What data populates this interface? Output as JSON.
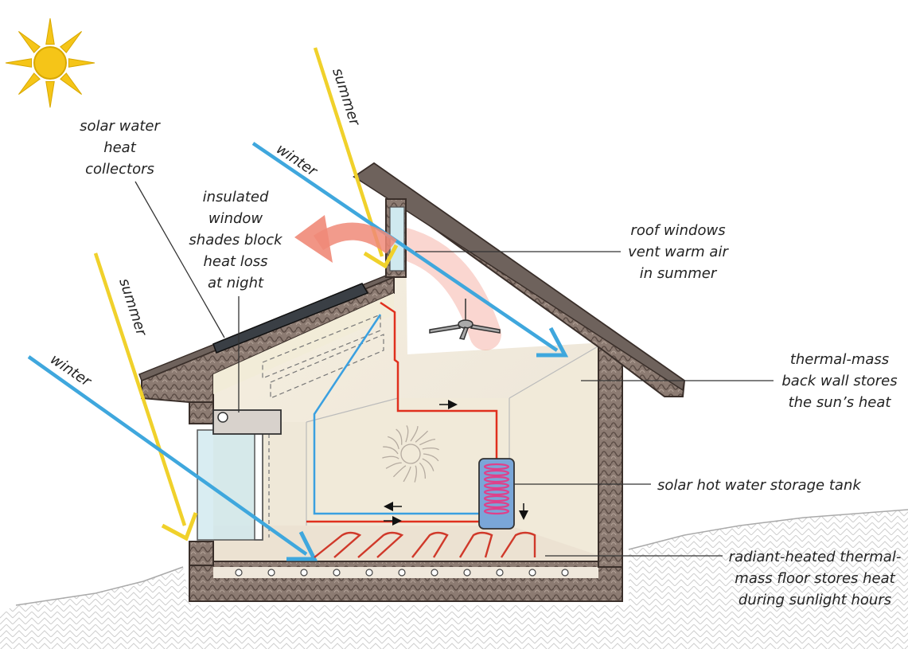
{
  "labels": {
    "solar_collectors": [
      "solar water",
      "heat",
      "collectors"
    ],
    "insulated_shades": [
      "insulated",
      "window",
      "shades block",
      "heat loss",
      "at night"
    ],
    "roof_windows": [
      "roof windows",
      "vent warm air",
      "in summer"
    ],
    "thermal_wall": [
      "thermal-mass",
      "back wall stores",
      "the sun’s heat"
    ],
    "storage_tank": [
      "solar hot water storage tank"
    ],
    "radiant_floor": [
      "radiant-heated thermal-",
      "mass floor stores heat",
      "during sunlight hours"
    ]
  },
  "rays": {
    "summer_label": "summer",
    "winter_label": "winter"
  },
  "colors": {
    "summer_ray": "#f0d12b",
    "winter_ray": "#3fa7dd",
    "hot_pipe": "#e0301e",
    "cold_pipe": "#3aa0e0",
    "warm_air": "#f08a78",
    "sun": "#f5c518",
    "wall_insulation": "#8a7a70"
  },
  "icons": [
    "sun-icon",
    "ceiling-fan-icon",
    "sun-relief-icon",
    "storage-tank-icon"
  ]
}
